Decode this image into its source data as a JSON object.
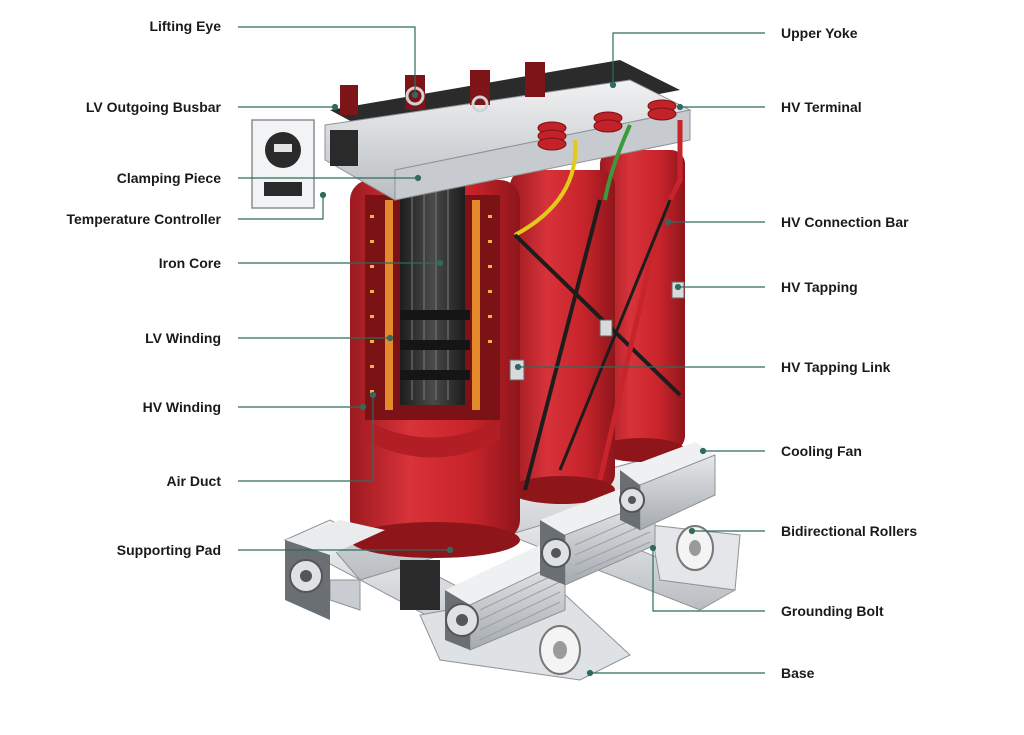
{
  "diagram": {
    "left_labels": [
      {
        "id": "lifting-eye",
        "text": "Lifting Eye"
      },
      {
        "id": "lv-outgoing-busbar",
        "text": "LV Outgoing Busbar"
      },
      {
        "id": "clamping-piece",
        "text": "Clamping Piece"
      },
      {
        "id": "temperature-controller",
        "text": "Temperature Controller"
      },
      {
        "id": "iron-core",
        "text": "Iron Core"
      },
      {
        "id": "lv-winding",
        "text": "LV Winding"
      },
      {
        "id": "hv-winding",
        "text": "HV Winding"
      },
      {
        "id": "air-duct",
        "text": "Air Duct"
      },
      {
        "id": "supporting-pad",
        "text": "Supporting Pad"
      }
    ],
    "right_labels": [
      {
        "id": "upper-yoke",
        "text": "Upper Yoke"
      },
      {
        "id": "hv-terminal",
        "text": "HV Terminal"
      },
      {
        "id": "hv-connection-bar",
        "text": "HV Connection Bar"
      },
      {
        "id": "hv-tapping",
        "text": "HV Tapping"
      },
      {
        "id": "hv-tapping-link",
        "text": "HV Tapping Link"
      },
      {
        "id": "cooling-fan",
        "text": "Cooling Fan"
      },
      {
        "id": "bidirectional-rollers",
        "text": "Bidirectional Rollers"
      },
      {
        "id": "grounding-bolt",
        "text": "Grounding Bolt"
      },
      {
        "id": "base",
        "text": "Base"
      }
    ],
    "colors": {
      "leader_line": "#2e6b5e",
      "winding_red": "#c8242b",
      "winding_dark": "#9c1a1f",
      "core_dark": "#2a2a2a",
      "frame_gray": "#d9dcdf",
      "fan_silver": "#c4c8cc",
      "yellow_wire": "#e3c91a",
      "green_wire": "#3b9a3b"
    }
  }
}
